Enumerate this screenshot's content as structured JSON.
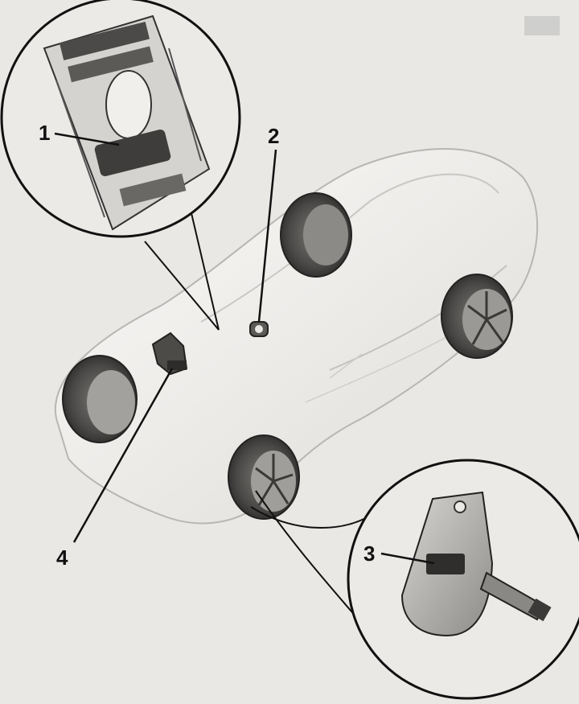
{
  "figure": {
    "callouts": [
      {
        "id": "1",
        "text": "1"
      },
      {
        "id": "2",
        "text": "2"
      },
      {
        "id": "3",
        "text": "3"
      },
      {
        "id": "4",
        "text": "4"
      }
    ]
  },
  "colors": {
    "paper": "#e9e8e5",
    "car_body": "#f3f2ef",
    "tire": "#4a4846",
    "ink": "#111111"
  }
}
